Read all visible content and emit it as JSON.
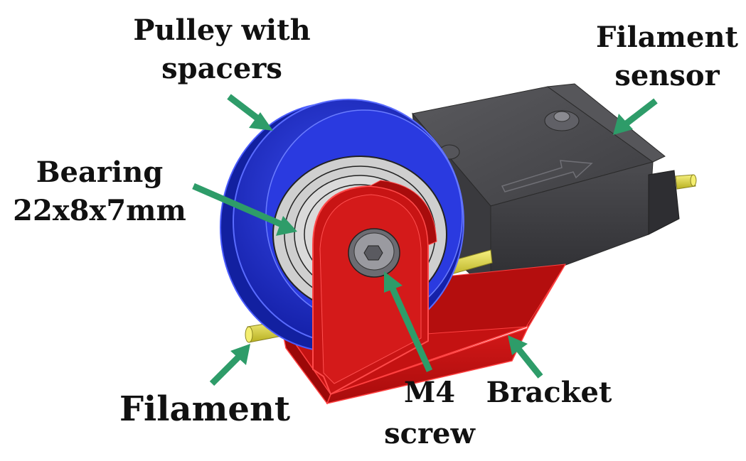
{
  "labels": {
    "pulley": [
      "Pulley with",
      "spacers"
    ],
    "sensor": [
      "Filament",
      "sensor"
    ],
    "bearing": [
      "Bearing",
      "22x8x7mm"
    ],
    "filament": "Filament",
    "screw": [
      "M4",
      "screw"
    ],
    "bracket": "Bracket"
  },
  "colors": {
    "arrow": "#2e9c69",
    "pulley": "#1f2fd0",
    "bracket": "#cc1414",
    "sensor": "#4a4a4c",
    "filament": "#e8e030",
    "bearing": "#c4c4c4"
  }
}
